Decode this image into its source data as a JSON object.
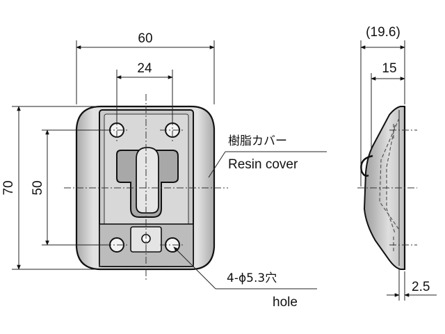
{
  "front_view": {
    "dim_overall_width": "60",
    "dim_slot_width": "24",
    "dim_overall_height": "70",
    "dim_hole_pitch": "50"
  },
  "callouts": {
    "resin_cover_jp": "樹脂カバー",
    "resin_cover_en": "Resin cover",
    "hole_spec": "4-ϕ5.3穴",
    "hole_en": "hole"
  },
  "side_view": {
    "dim_total_depth": "(19.6)",
    "dim_body_depth": "15",
    "dim_thickness": "2.5"
  },
  "colors": {
    "cover_fill": "#d4d4d4",
    "plate_fill": "#bdbdbd",
    "line": "#111111"
  }
}
